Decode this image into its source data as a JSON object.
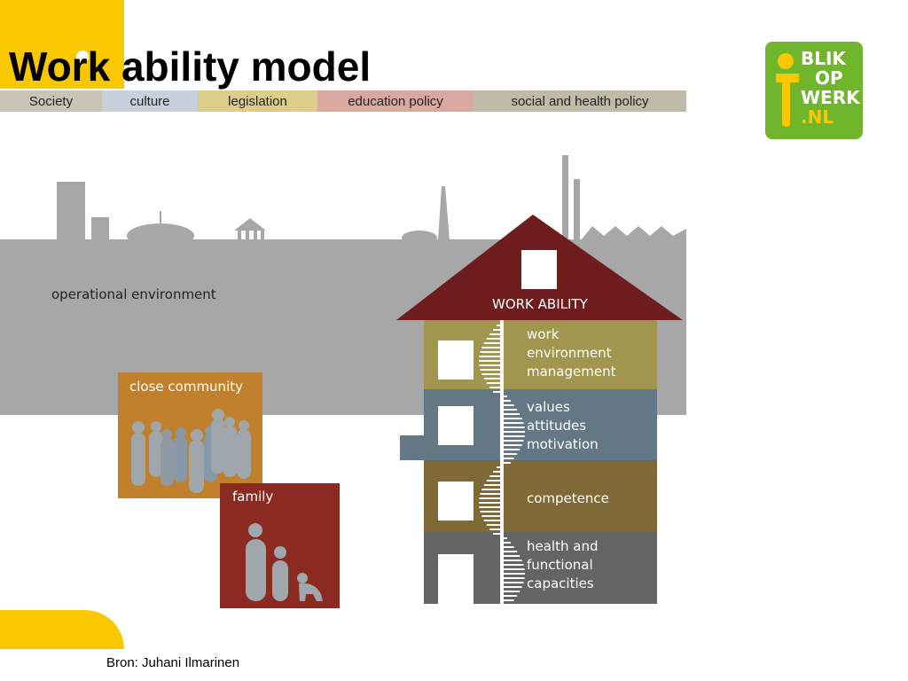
{
  "title": "Work ability model",
  "society_bands": [
    "Society",
    "culture",
    "legislation",
    "education policy",
    "social and health policy"
  ],
  "colors": {
    "yellow": "#f9c800",
    "society": "#c9c4b4",
    "culture": "#c8d1da",
    "legislation": "#dccd8a",
    "education_policy": "#d9a89f",
    "social_health": "#bfbba8",
    "operational": "#a7a7a7",
    "roof": "#6e1c1e",
    "floor_work": "#a19650",
    "floor_values": "#637785",
    "floor_competence": "#7f6937",
    "floor_health": "#646464",
    "close_community": "#c1802b",
    "family": "#8a2a21",
    "logo_green": "#6fb62c"
  },
  "operational_environment": "operational environment",
  "roof_label": "WORK ABILITY",
  "floors": [
    {
      "lines": [
        "work",
        "environment",
        "management"
      ]
    },
    {
      "lines": [
        "values",
        "attitudes",
        "motivation"
      ]
    },
    {
      "lines": [
        "competence"
      ]
    },
    {
      "lines": [
        "health and",
        "functional",
        "capacities"
      ]
    }
  ],
  "close_community": "close community",
  "family": "family",
  "logo": {
    "lines": [
      "BLIK",
      "OP",
      "WERK",
      ".NL"
    ]
  },
  "source": "Bron: Juhani Ilmarinen"
}
